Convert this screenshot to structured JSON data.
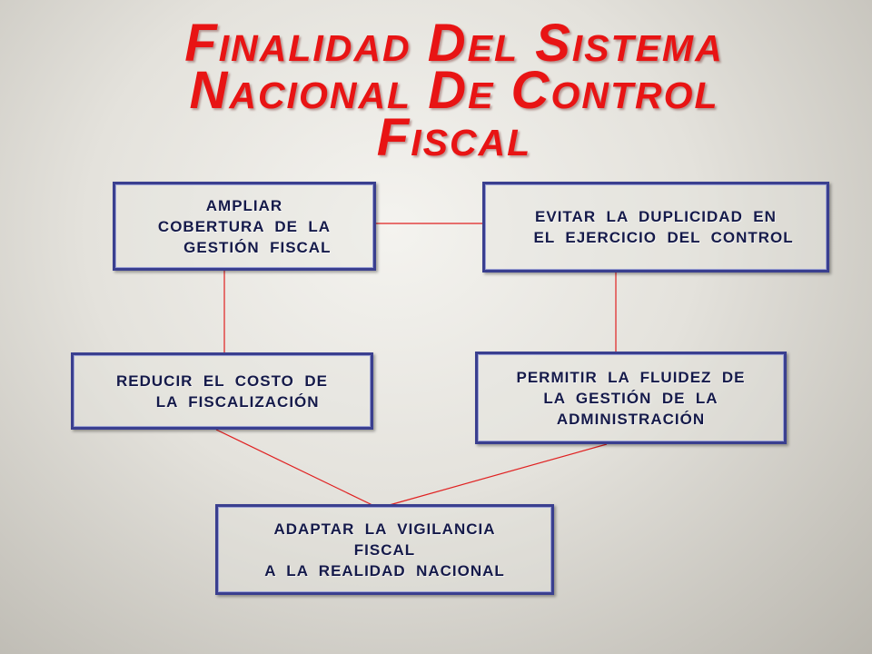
{
  "title": {
    "line1": "Finalidad Del Sistema",
    "line2": "Nacional De Control",
    "line3": "Fiscal"
  },
  "nodes": {
    "ampliar": "AMPLIAR\nCOBERTURA  DE  LA\n     GESTIÓN  FISCAL",
    "evitar": "EVITAR  LA  DUPLICIDAD  EN\n   EL  EJERCICIO  DEL  CONTROL",
    "reducir": "REDUCIR  EL  COSTO  DE\n      LA  FISCALIZACIÓN",
    "permitir": "PERMITIR  LA  FLUIDEZ  DE\nLA  GESTIÓN  DE  LA\nADMINISTRACIÓN",
    "adaptar": "ADAPTAR  LA  VIGILANCIA\nFISCAL\nA  LA  REALIDAD  NACIONAL"
  },
  "colors": {
    "title": "#e81414",
    "box_border": "#3a3f8f",
    "box_text": "#151a4a",
    "connector": "#e02020"
  }
}
